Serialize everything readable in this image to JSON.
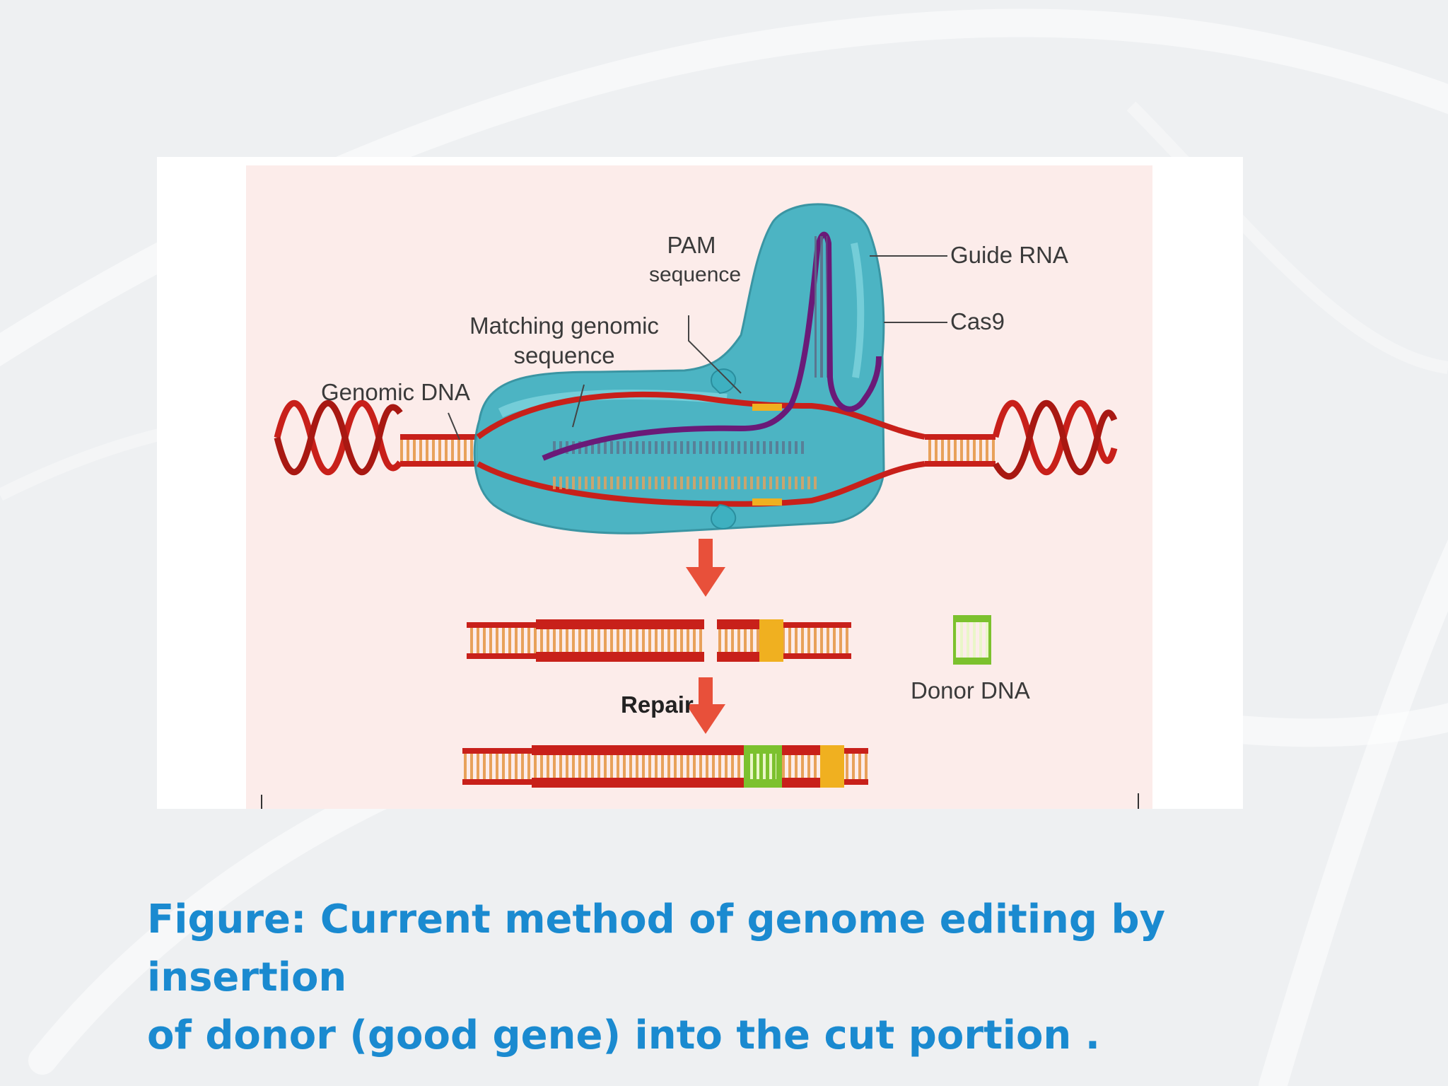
{
  "labels": {
    "pam": "PAM",
    "pam_line2": "sequence",
    "guide_rna": "Guide RNA",
    "cas9": "Cas9",
    "matching": "Matching genomic",
    "matching_line2": "sequence",
    "genomic_dna": "Genomic DNA",
    "donor_dna": "Donor DNA",
    "repair": "Repair"
  },
  "caption": {
    "line1": "Figure: Current method of genome editing by insertion",
    "line2": "of donor (good gene) into the cut portion ."
  },
  "colors": {
    "caption": "#1a8ad0",
    "dna_strand": "#c8201a",
    "dna_rungs": "#e8a15a",
    "cas9": "#3eb0c0",
    "guide_rna": "#6a1a78",
    "pam": "#f0b020",
    "donor": "#7cc12e",
    "arrow": "#e8503a"
  }
}
